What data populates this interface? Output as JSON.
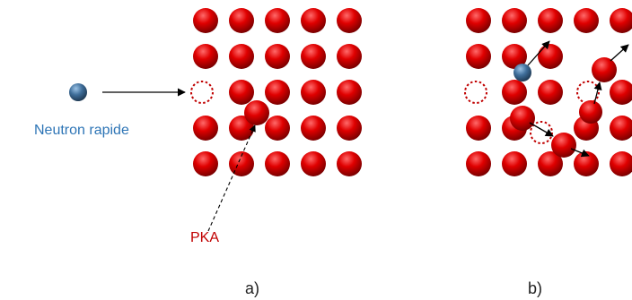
{
  "labels": {
    "neutron": "Neutron rapide",
    "pka": "PKA",
    "panel_a": "a)",
    "panel_b": "b)"
  },
  "colors": {
    "atom": "#E00000",
    "atom_dark": "#7A0000",
    "atom_light": "#FF6A6A",
    "neutron": "#3F6E9A",
    "neutron_dark": "#1F3A55",
    "neutron_light": "#9CC3E6",
    "vacancy": "#C00000",
    "arrow": "#000000",
    "neutron_text": "#2E75B6",
    "pka_text": "#C00000"
  },
  "icons": [
    "atom",
    "neutron",
    "vacancy",
    "arrow"
  ]
}
